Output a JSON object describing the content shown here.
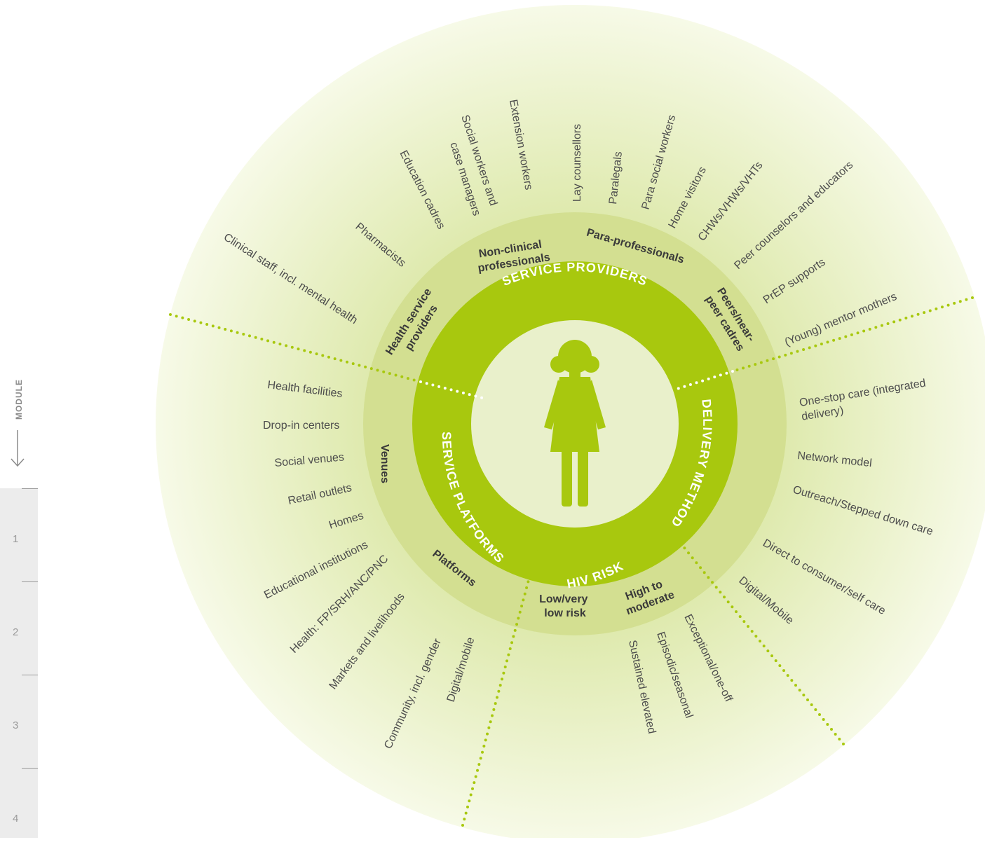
{
  "sidebar": {
    "module_label": "MODULE",
    "modules": [
      "1",
      "2",
      "3",
      "4"
    ]
  },
  "colors": {
    "ring": "#a8c80e",
    "segment_band": "#d3df91",
    "center": "#e9f0cb",
    "figure": "#a8c80e",
    "halo_inner": "#dce8a8",
    "halo_outer": "#f7fae8",
    "divider": "#a8c80e"
  },
  "icons": {
    "center": "woman-figure-icon"
  },
  "diagram": {
    "ring_labels": {
      "service_providers": "SERVICE PROVIDERS",
      "delivery_method": "DELIVERY METHOD",
      "hiv_risk": "HIV RISK",
      "service_platforms": "SERVICE PLATFORMS"
    },
    "segments": {
      "non_clinical": [
        "Non-clinical",
        "professionals"
      ],
      "para_professionals": "Para-professionals",
      "peers": [
        "Peers/near-",
        "peer cadres"
      ],
      "health_service_providers": [
        "Health service",
        "providers"
      ],
      "venues": "Venues",
      "platforms": "Platforms",
      "low_risk": [
        "Low/very",
        "low risk"
      ],
      "high_risk": [
        "High to",
        "moderate"
      ]
    },
    "providers": [
      "Clinical staff, incl. mental health",
      "Pharmacists",
      "Education cadres",
      "Social workers and",
      "case managers",
      "Extension workers",
      "Lay counsellors",
      "Paralegals",
      "Para social workers",
      "Home visitors",
      "CHWs/VHWs/VHTs",
      "Peer counselors and educators",
      "PrEP supports",
      "(Young) mentor mothers"
    ],
    "delivery_methods": [
      "One-stop care (integrated",
      "delivery)",
      "Network model",
      "Outreach/Stepped down care",
      "Direct to consumer/self care",
      "Digital/Mobile"
    ],
    "risk_types": [
      "Exceptional/one-off",
      "Episodic/seasonal",
      "Sustained elevated"
    ],
    "platforms": [
      "Health: FP/SRH/ANC/PNC",
      "Markets and livelihoods",
      "Community, incl. gender",
      "Digital/mobile"
    ],
    "venues": [
      "Health facilities",
      "Drop-in centers",
      "Social venues",
      "Retail outlets",
      "Homes",
      "Educational institutions"
    ]
  }
}
